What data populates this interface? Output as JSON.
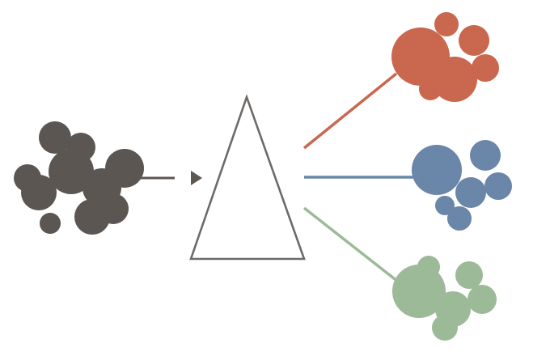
{
  "diagram": {
    "input_cluster": {
      "name": "input-cluster",
      "color": "#5b5753"
    },
    "prism": {
      "name": "prism-triangle",
      "stroke": "#6d6a67"
    },
    "outputs": [
      {
        "name": "output-cluster-red",
        "color": "#c9684f"
      },
      {
        "name": "output-cluster-blue",
        "color": "#6b86a8"
      },
      {
        "name": "output-cluster-green",
        "color": "#9cba98"
      }
    ],
    "icons": {
      "arrow": "play-triangle-icon"
    }
  }
}
